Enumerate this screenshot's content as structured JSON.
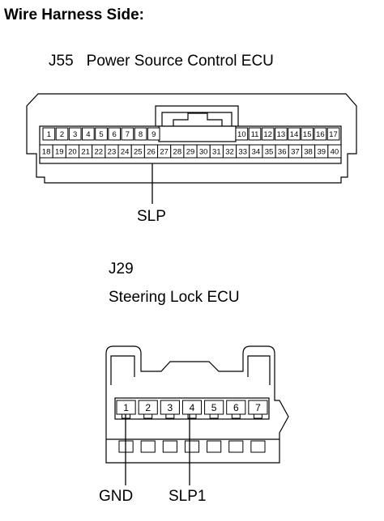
{
  "title": "Wire Harness Side:",
  "connector_j55": {
    "code": "J55",
    "name": "Power Source Control ECU",
    "pins_top_left": [
      "1",
      "2",
      "3",
      "4",
      "5",
      "6",
      "7",
      "8",
      "9"
    ],
    "pins_top_right": [
      "10",
      "11",
      "12",
      "13",
      "14",
      "15",
      "16",
      "17"
    ],
    "pins_bottom": [
      "18",
      "19",
      "20",
      "21",
      "22",
      "23",
      "24",
      "25",
      "26",
      "27",
      "28",
      "29",
      "30",
      "31",
      "32",
      "33",
      "34",
      "35",
      "36",
      "37",
      "38",
      "39",
      "40"
    ],
    "terminal_label": "SLP",
    "terminal_pin": "26"
  },
  "connector_j29": {
    "code": "J29",
    "name": "Steering Lock ECU",
    "pins": [
      "1",
      "2",
      "3",
      "4",
      "5",
      "6",
      "7"
    ],
    "terminals": [
      {
        "label": "GND",
        "pin": "1"
      },
      {
        "label": "SLP1",
        "pin": "4"
      }
    ]
  }
}
